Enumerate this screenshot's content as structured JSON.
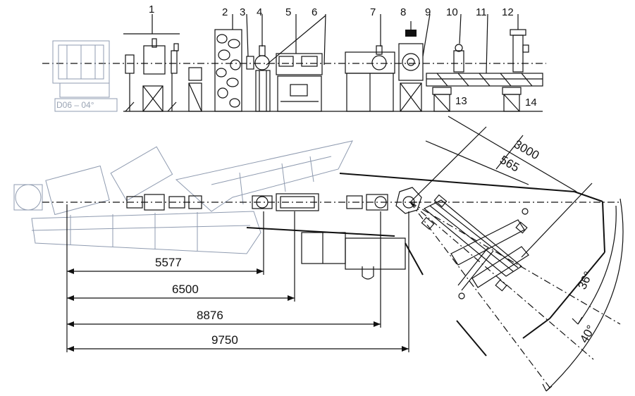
{
  "top_view": {
    "callouts": [
      "1",
      "2",
      "3",
      "4",
      "5",
      "6",
      "7",
      "8",
      "9",
      "10",
      "11",
      "12",
      "13",
      "14"
    ],
    "magnet_label": "D06 – 04°"
  },
  "plan_view": {
    "distances": [
      "5577",
      "6500",
      "8876",
      "9750"
    ],
    "arm_dims": [
      "3000",
      "565"
    ],
    "angles": [
      "36°",
      "40°"
    ]
  },
  "colors": {
    "ink": "#111111",
    "faded": "#9aa4b4",
    "background": "#ffffff"
  }
}
